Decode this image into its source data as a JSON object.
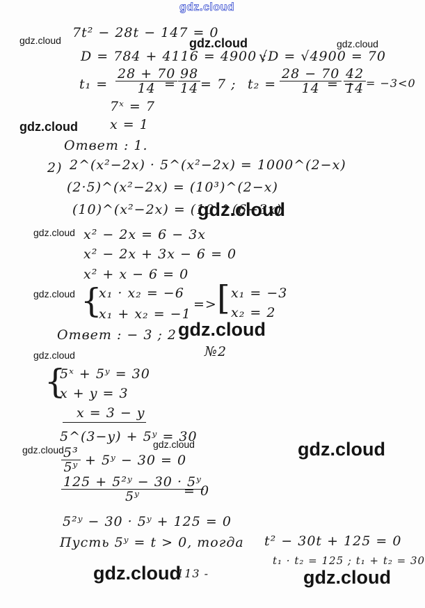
{
  "watermark": {
    "text": "gdz.cloud"
  },
  "solution": {
    "eq1": "7t² − 28t − 147 = 0",
    "disc": "D = 784 + 4116 = 4900 ;",
    "sqrt_disc": "√D = √4900 = 70",
    "t1_label": "t₁ =",
    "t1_num": "28 + 70",
    "t1_den": "14",
    "t1_eq": "=",
    "t1_num2": "98",
    "t1_den2": "14",
    "t1_res": "= 7 ;",
    "t2_label": "t₂ =",
    "t2_num": "28 − 70",
    "t2_den": "14",
    "t2_eq": "= −",
    "t2_num2": "42",
    "t2_den2": "14",
    "t2_res": "= −3<0",
    "exp_eq": "7ˣ = 7",
    "x_eq": "x = 1",
    "answer1": "Ответ : 1.",
    "p2_label": "2)",
    "p2_line1": "2^(x²−2x) · 5^(x²−2x) = 1000^(2−x)",
    "p2_line2": "(2·5)^(x²−2x) = (10³)^(2−x)",
    "p2_line3": "(10)^(x²−2x) = (10)^(6−3x)",
    "p2_line4": "x² − 2x = 6 − 3x",
    "p2_line5": "x² − 2x + 3x − 6 = 0",
    "p2_line6": "x² + x − 6 = 0",
    "vieta1": "x₁ · x₂ = −6",
    "vieta2": "x₁ + x₂ = −1",
    "implies": "=>",
    "root1": "x₁ = −3",
    "root2": "x₂ = 2",
    "answer2": "Ответ : − 3 ; 2 .",
    "n2": "№2",
    "sys1": "5ˣ + 5ʸ = 30",
    "sys2": "x + y = 3",
    "sub_x": "x = 3 − y",
    "sub_eq": "5^(3−y) + 5ʸ = 30",
    "frac_num": "5³",
    "frac_den": "5ʸ",
    "frac_rest": "+ 5ʸ − 30 = 0",
    "big_num": "125 + 5²ʸ − 30 · 5ʸ",
    "big_den": "5ʸ",
    "big_rest": "= 0",
    "quad": "5²ʸ − 30 · 5ʸ + 125 = 0",
    "let": "Пусть 5ʸ = t > 0, тогда",
    "quad_t": "t² − 30t + 125 = 0",
    "vieta_t": "t₁ · t₂ = 125 ; t₁ + t₂ = 30",
    "page_num": "113 -"
  }
}
